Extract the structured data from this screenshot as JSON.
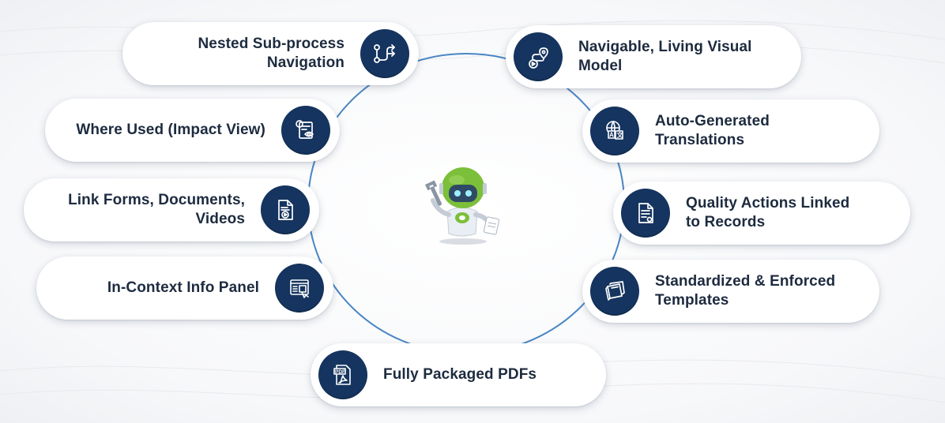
{
  "features": {
    "nested_subprocess": {
      "line1": "Nested Sub-process",
      "line2": "Navigation",
      "icon": "branch-arrows-icon"
    },
    "navigable_model": {
      "line1": "Navigable, Living Visual",
      "line2": "Model",
      "icon": "route-play-icon"
    },
    "where_used": {
      "line1": "Where Used (Impact View)",
      "icon": "impact-view-icon"
    },
    "translations": {
      "line1": "Auto-Generated Translations",
      "icon": "translate-globe-icon"
    },
    "link_forms": {
      "line1": "Link Forms, Documents,",
      "line2": "Videos",
      "icon": "video-document-icon"
    },
    "quality_actions": {
      "line1": "Quality Actions Linked",
      "line2": "to Records",
      "icon": "record-document-icon"
    },
    "info_panel": {
      "line1": "In-Context Info Panel",
      "icon": "info-panel-icon"
    },
    "templates": {
      "line1": "Standardized & Enforced",
      "line2": "Templates",
      "icon": "stacked-templates-icon"
    },
    "pdfs": {
      "line1": "Fully Packaged PDFs",
      "icon": "pdf-file-icon"
    }
  },
  "center": {
    "icon": "robot-mascot-icon"
  },
  "colors": {
    "icon_bg": "#15345f",
    "ring": "#4a86c5",
    "text": "#1d2b3f",
    "robot_green": "#7cbf3a"
  }
}
